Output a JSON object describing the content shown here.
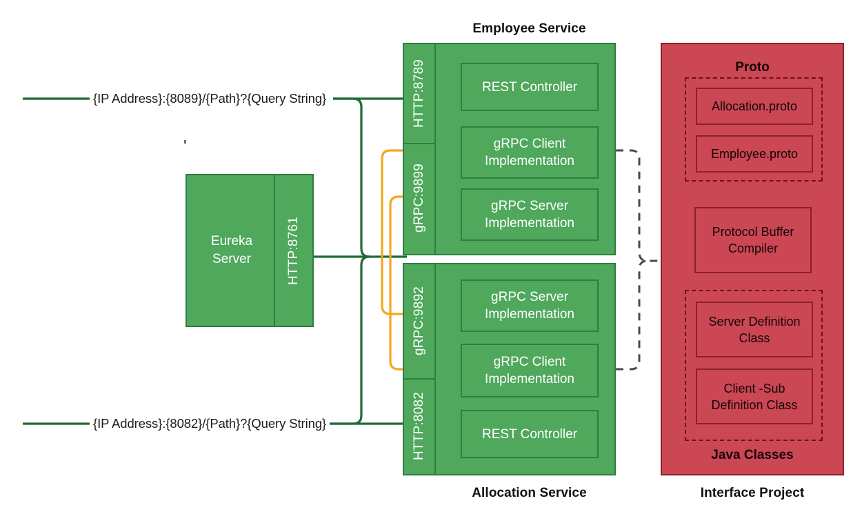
{
  "diagram": {
    "title_employee_service": "Employee Service",
    "title_allocation_service": "Allocation Service",
    "title_interface_project": "Interface Project",
    "colors": {
      "service_green": "#4FA85C",
      "service_green_border": "#2E7D41",
      "interface_red": "#CB4753",
      "interface_red_border": "#8C2128",
      "grpc_link_orange": "#F5A623",
      "http_link_green": "#1E6B35",
      "dependency_dashed": "#4a4a4a"
    }
  },
  "endpoints": [
    {
      "id": "employee-endpoint",
      "text": "{IP Address}:{8089}/{Path}?{Query String}"
    },
    {
      "id": "allocation-endpoint",
      "text": "{IP Address}:{8082}/{Path}?{Query String}"
    }
  ],
  "eureka": {
    "name_line1": "Eureka",
    "name_line2": "Server",
    "port_label": "HTTP:8761"
  },
  "employee_service": {
    "caption": "Employee Service",
    "ports": [
      {
        "label": "HTTP:8789"
      },
      {
        "label": "gRPC:9899"
      }
    ],
    "components": [
      {
        "label": "REST Controller"
      },
      {
        "label": "gRPC Client Implementation",
        "line1": "gRPC Client",
        "line2": "Implementation"
      },
      {
        "label": "gRPC Server Implementation",
        "line1": "gRPC Server",
        "line2": "Implementation"
      }
    ]
  },
  "allocation_service": {
    "caption": "Allocation Service",
    "ports": [
      {
        "label": "gRPC:9892"
      },
      {
        "label": "HTTP:8082"
      }
    ],
    "components": [
      {
        "label": "gRPC Server Implementation",
        "line1": "gRPC Server",
        "line2": "Implementation"
      },
      {
        "label": "gRPC Client Implementation",
        "line1": "gRPC Client",
        "line2": "Implementation"
      },
      {
        "label": "REST Controller"
      }
    ]
  },
  "interface_project": {
    "caption": "Interface Project",
    "proto_title": "Proto",
    "java_title": "Java Classes",
    "proto_files": [
      {
        "label": "Allocation.proto"
      },
      {
        "label": "Employee.proto"
      }
    ],
    "compiler": {
      "line1": "Protocol Buffer",
      "line2": "Compiler"
    },
    "java_classes": [
      {
        "line1": "Server Definition",
        "line2": "Class"
      },
      {
        "line1": "Client -Sub",
        "line2": "Definition Class"
      }
    ]
  }
}
